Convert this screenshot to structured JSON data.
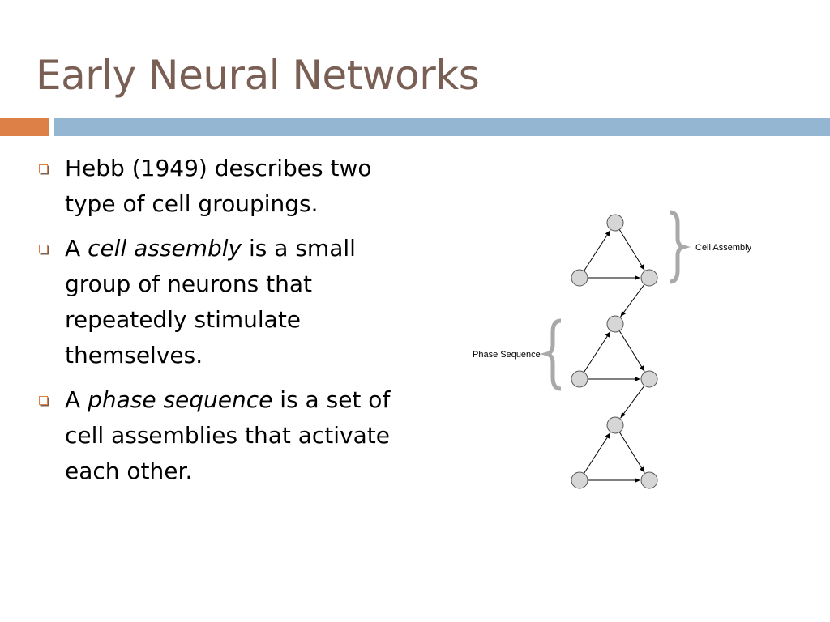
{
  "slide": {
    "title": "Early Neural Networks",
    "accent_colors": {
      "orange": "#dd8047",
      "blue": "#94b6d2",
      "title": "#7a5f55"
    }
  },
  "bullets": [
    {
      "text": "Hebb (1949) describes two type of cell groupings."
    },
    {
      "prefix": "A ",
      "italic": "cell assembly",
      "suffix": " is a small group of neurons that repeatedly stimulate themselves."
    },
    {
      "prefix": "A ",
      "italic": "phase sequence",
      "suffix": " is a set of cell assemblies that activate each other."
    }
  ],
  "diagram": {
    "label_cell_assembly": "Cell Assembly",
    "label_phase_sequence": "Phase Sequence"
  }
}
